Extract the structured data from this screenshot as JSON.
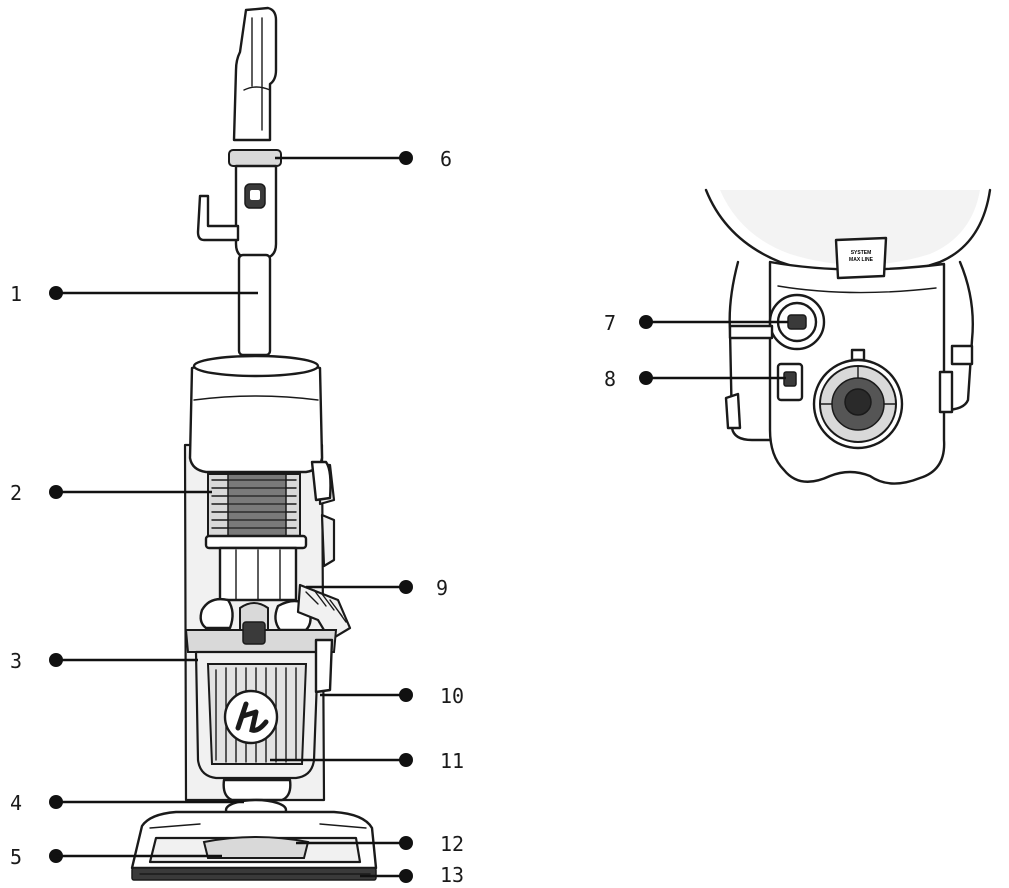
{
  "callouts": {
    "c1": "1",
    "c2": "2",
    "c3": "3",
    "c4": "4",
    "c5": "5",
    "c6": "6",
    "c7": "7",
    "c8": "8",
    "c9": "9",
    "c10": "10",
    "c11": "11",
    "c12": "12",
    "c13": "13"
  },
  "detail": {
    "tank_label_line1": "SYSTEM",
    "tank_label_line2": "MAX LINE"
  },
  "colors": {
    "line": "#1a1a1a",
    "fill_light": "#f1f1f1",
    "fill_grey": "#d9d9d9"
  }
}
